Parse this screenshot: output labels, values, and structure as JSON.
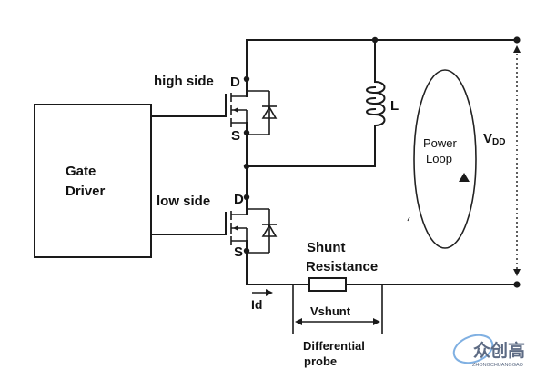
{
  "labels": {
    "gate_driver_line1": "Gate",
    "gate_driver_line2": "Driver",
    "high_side": "high side",
    "low_side": "low side",
    "drain": "D",
    "source": "S",
    "inductor": "L",
    "power_loop_line1": "Power",
    "power_loop_line2": "Loop",
    "vdd_main": "V",
    "vdd_sub": "DD",
    "shunt_line1": "Shunt",
    "shunt_line2": "Resistance",
    "id": "Id",
    "vshunt": "Vshunt",
    "probe_line1": "Differential",
    "probe_line2": "probe"
  },
  "watermark": {
    "brand": "众创高",
    "sub": "ZHONGCHUANGGAO"
  },
  "colors": {
    "line": "#1a1a1a",
    "loop": "#222222",
    "watermark": "#5d6b84",
    "watermark_accent": "#4a8fd6"
  }
}
